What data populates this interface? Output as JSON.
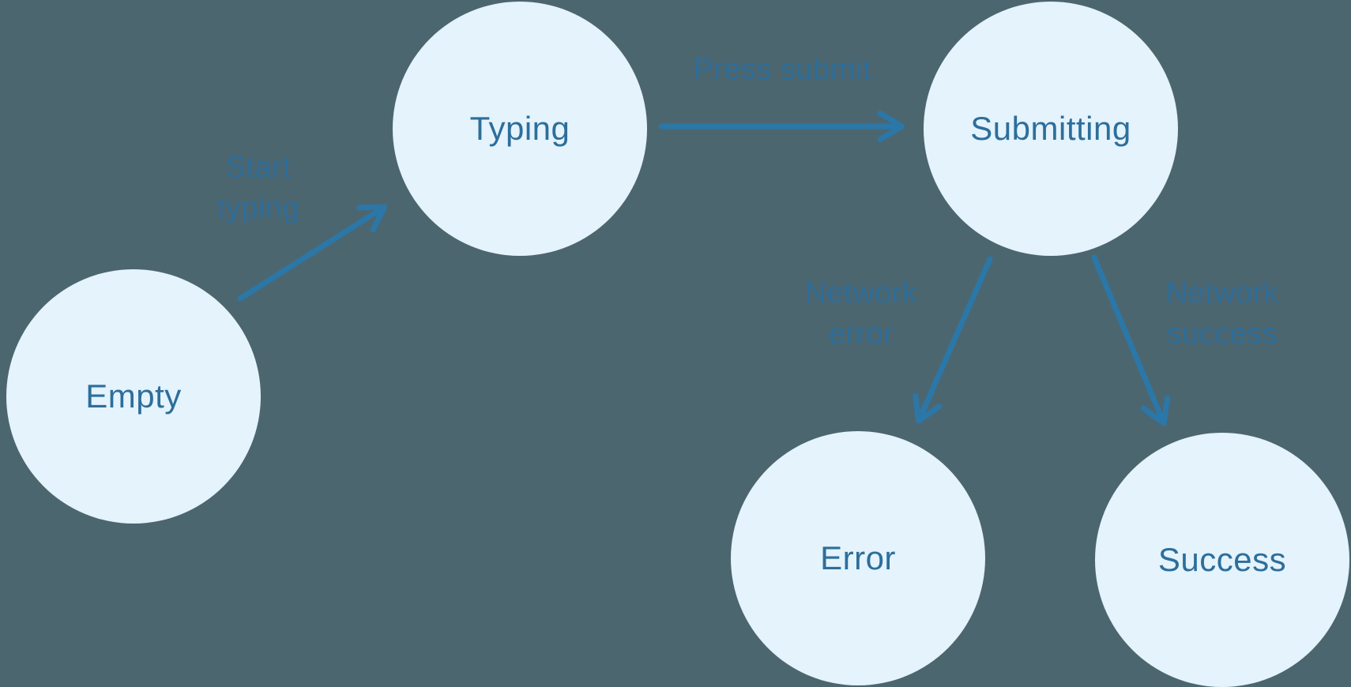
{
  "diagram": {
    "type": "state-machine",
    "states": [
      {
        "id": "empty",
        "label": "Empty"
      },
      {
        "id": "typing",
        "label": "Typing"
      },
      {
        "id": "submitting",
        "label": "Submitting"
      },
      {
        "id": "error",
        "label": "Error"
      },
      {
        "id": "success",
        "label": "Success"
      }
    ],
    "edges": [
      {
        "from": "empty",
        "to": "typing",
        "label": "Start typing",
        "lines": [
          "Start",
          "typing"
        ]
      },
      {
        "from": "typing",
        "to": "submitting",
        "label": "Press submit",
        "lines": [
          "Press submit"
        ]
      },
      {
        "from": "submitting",
        "to": "error",
        "label": "Network error",
        "lines": [
          "Network",
          "error"
        ]
      },
      {
        "from": "submitting",
        "to": "success",
        "label": "Network success",
        "lines": [
          "Network",
          "success"
        ]
      }
    ],
    "colors": {
      "background": "#4C6670",
      "node_fill": "#E4F3FC",
      "node_text": "#2D6E9B",
      "edge": "#2B77A8",
      "edge_label": "#2E6D98"
    }
  }
}
